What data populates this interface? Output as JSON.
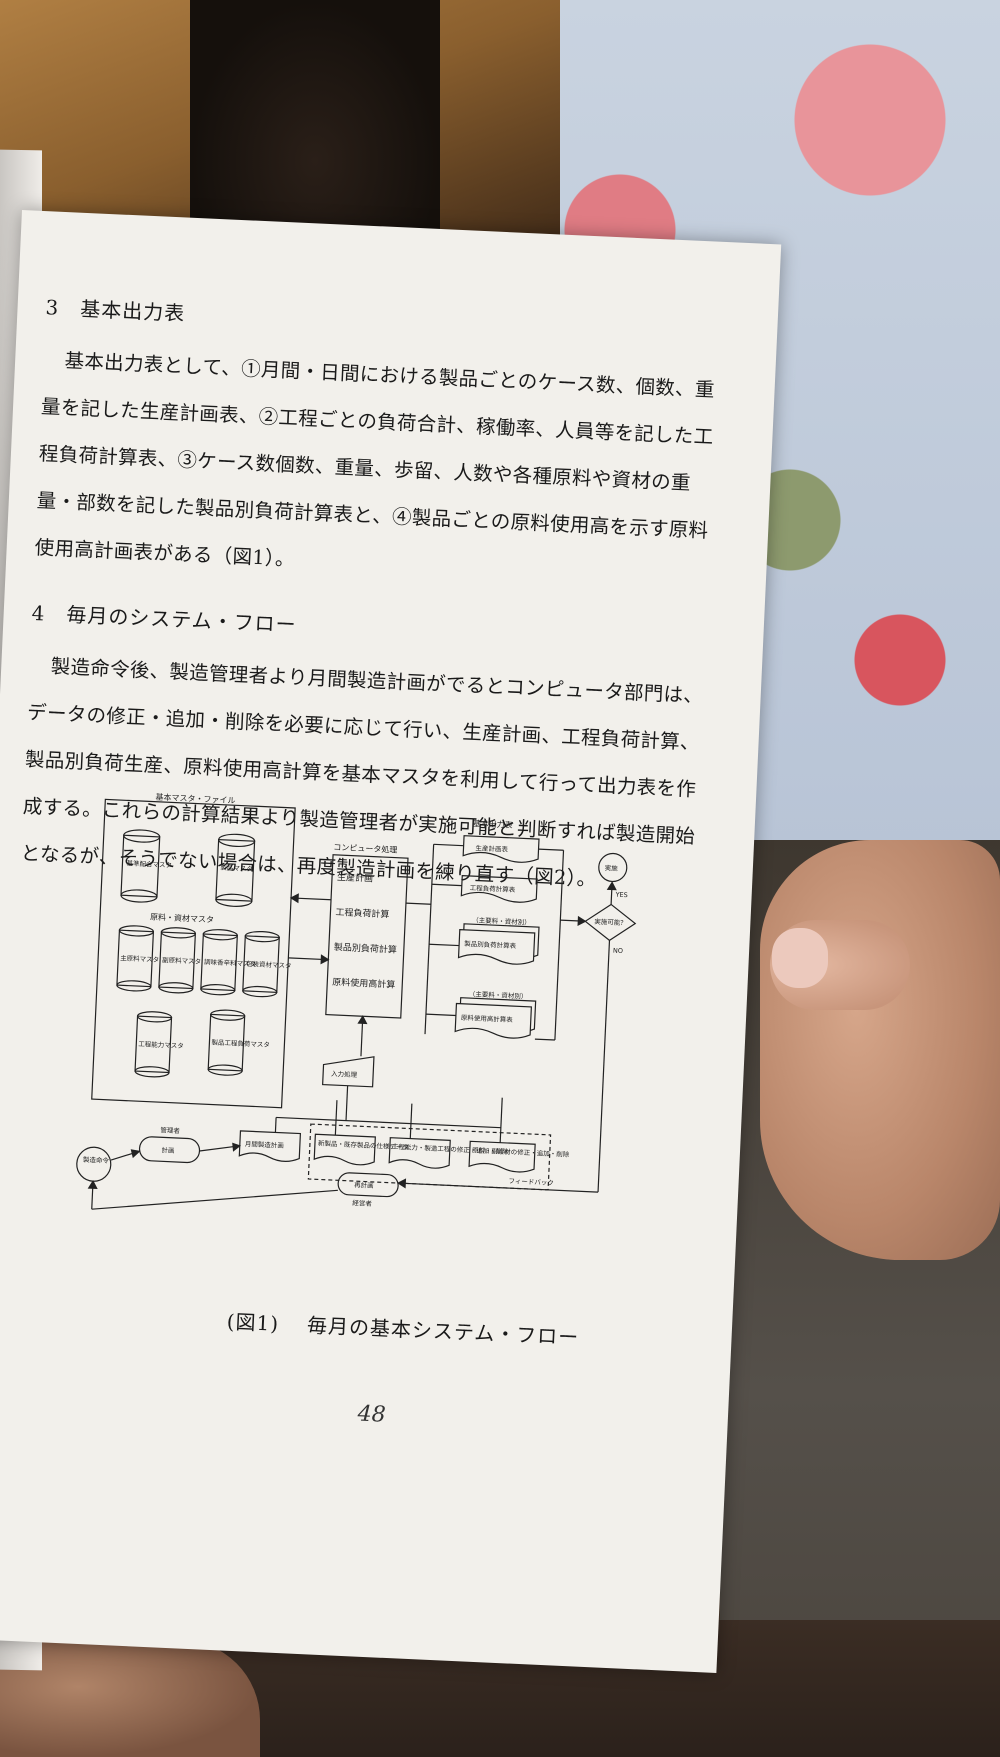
{
  "section3": {
    "heading": "3　基本出力表",
    "paragraph": "基本出力表として、①月間・日間における製品ごとのケース数、個数、重量を記した生産計画表、②工程ごとの負荷合計、稼働率、人員等を記した工程負荷計算表、③ケース数個数、重量、歩留、人数や各種原料や資材の重量・部数を記した製品別負荷計算表と、④製品ごとの原料使用高を示す原料使用高計画表がある（図1）。"
  },
  "section4": {
    "heading": "4　毎月のシステム・フロー",
    "paragraph": "製造命令後、製造管理者より月間製造計画がでるとコンピュータ部門は、データの修正・追加・削除を必要に応じて行い、生産計画、工程負荷計算、製品別負荷生産、原料使用高計算を基本マスタを利用して行って出力表を作成する。これらの計算結果より製造管理者が実施可能と判断すれば製造開始となるが、そうでない場合は、再度製造計画を練り直す（図2）。"
  },
  "diagram": {
    "master_file_title": "基本マスタ・ファイル",
    "master_blend": "基準配合マスタ",
    "master_product": "製品マスタ",
    "materials_title": "原料・資材マスタ",
    "mat1": "主原料マスタ",
    "mat2": "副原料マスタ",
    "mat3": "調味香辛料マスタ",
    "mat4": "包装資材マスタ",
    "mat5": "工程能力マスタ",
    "mat6": "製品工程負荷マスタ",
    "computer_title": "コンピュータ処理",
    "comp_lines": [
      "生産計画",
      "工程負荷計算",
      "製品別負荷計算",
      "原料使用高計算"
    ],
    "output_title": "基本出力表",
    "out1": "生産計画表",
    "out2": "工程負荷計算表",
    "out3_note": "（主要料・資材別）",
    "out3": "製品別負荷計算表",
    "out4_note": "（主要料・資材別）",
    "out4": "原料使用高計算表",
    "start": "実施",
    "yes": "YES",
    "decision": "実施可能？",
    "no": "NO",
    "input_proc": "入力処理",
    "monthly_plan": "月間製造計画",
    "in1": "新製品・既存製品の仕様データ",
    "in2": "工程能力・製造工程の修正・追加・削除",
    "in3": "原料・副資材の修正・追加・削除",
    "feedback": "フィードバック",
    "mgr_top": "管理者",
    "plan": "計画",
    "order": "製造命令",
    "replan": "再計画",
    "mgr_bottom": "経営者"
  },
  "caption": {
    "fig": "(図1)",
    "title": "毎月の基本システム・フロー"
  },
  "page_number": "48"
}
